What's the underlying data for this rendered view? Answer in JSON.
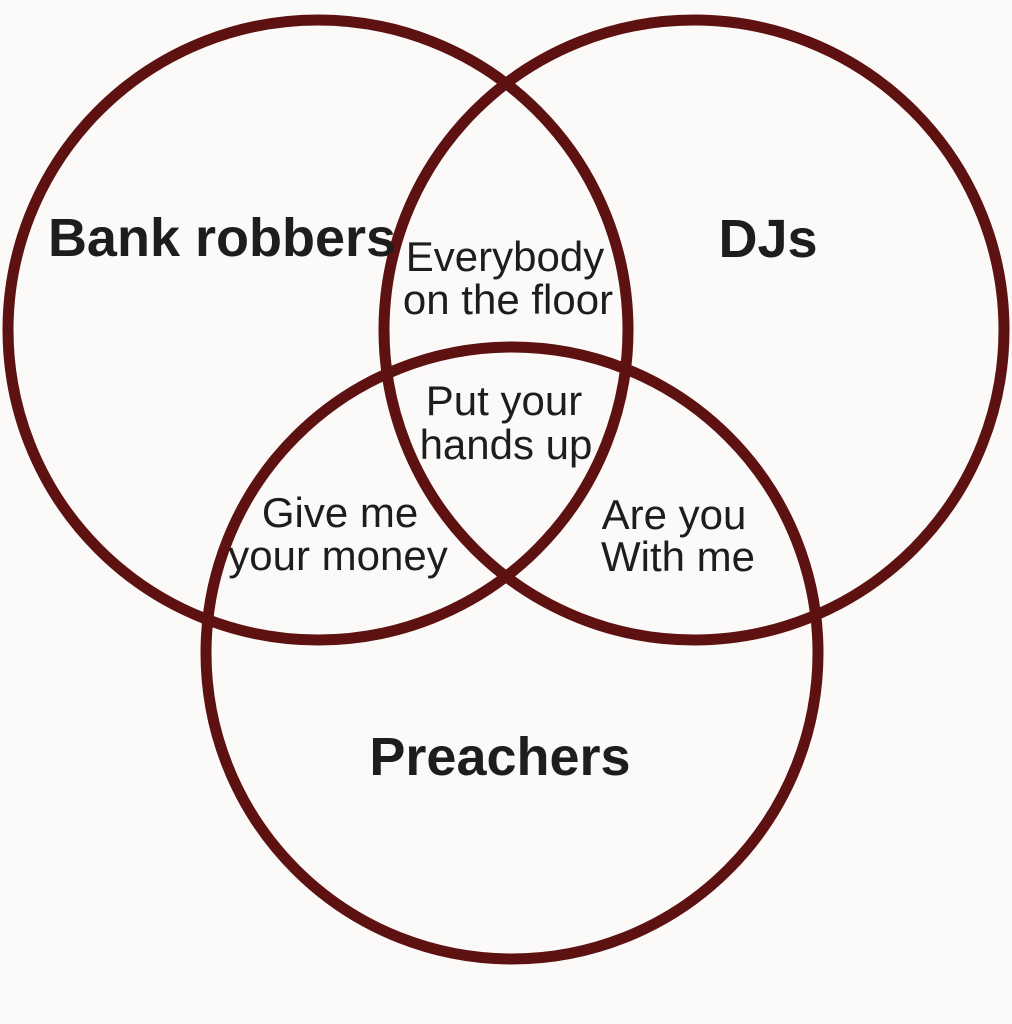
{
  "venn": {
    "colors": {
      "background": "#fbfaf9",
      "circle_stroke": "#5e1111",
      "text": "#1d1d1d"
    },
    "sets": [
      {
        "id": "bank-robbers",
        "label": "Bank robbers"
      },
      {
        "id": "djs",
        "label": "DJs"
      },
      {
        "id": "preachers",
        "label": "Preachers"
      }
    ],
    "overlaps": {
      "bank_djs": {
        "lines": [
          "Everybody",
          "on the floor"
        ]
      },
      "center_all": {
        "lines": [
          "Put your",
          "hands up"
        ]
      },
      "bank_preachers": {
        "lines": [
          "Give me",
          "your money"
        ]
      },
      "djs_preachers": {
        "lines": [
          "Are you",
          "With me"
        ]
      }
    }
  }
}
